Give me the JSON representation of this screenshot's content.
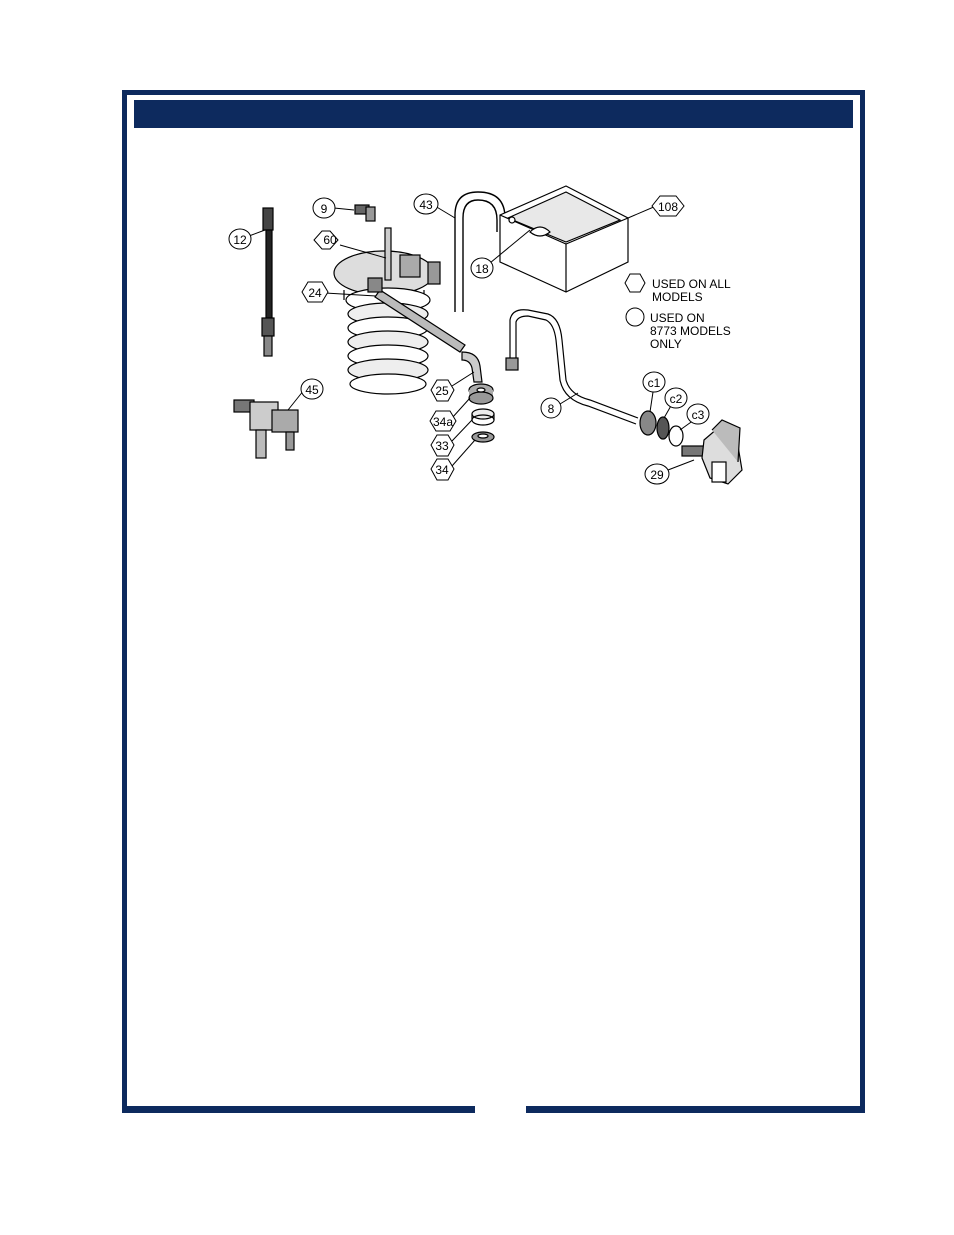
{
  "header": {
    "title": ""
  },
  "callouts": {
    "p12": "12",
    "p9": "9",
    "p60": "60",
    "p43": "43",
    "p108": "108",
    "p18": "18",
    "p24": "24",
    "p45": "45",
    "p25": "25",
    "p34a": "34a",
    "p33": "33",
    "p34": "34",
    "p8": "8",
    "pc1": "c1",
    "pc2": "c2",
    "pc3": "c3",
    "p29": "29"
  },
  "legend": {
    "hex_line1": "USED ON ALL",
    "hex_line2": "MODELS",
    "circle_line1": "USED ON",
    "circle_line2": "8773 MODELS",
    "circle_line3": "ONLY"
  },
  "colors": {
    "frame": "#0d2a5e",
    "header": "#0d2a5e"
  }
}
